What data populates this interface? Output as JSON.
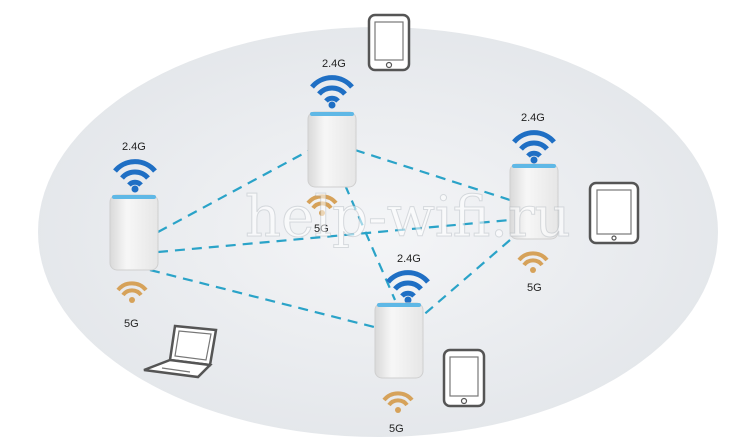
{
  "watermark": "help-wifi.ru",
  "colors": {
    "background_oval": "#e9ebef",
    "link_line": "#2aa3c8",
    "wifi_24": "#1f6fc4",
    "wifi_5": "#d6a25a",
    "router_body": "#f2f2f2",
    "router_glow": "#5fb8e6",
    "device_outline": "#555555"
  },
  "routers": [
    {
      "id": "left",
      "band_24": "2.4G",
      "band_5": "5G"
    },
    {
      "id": "top",
      "band_24": "2.4G",
      "band_5": "5G"
    },
    {
      "id": "right",
      "band_24": "2.4G",
      "band_5": "5G"
    },
    {
      "id": "bottom",
      "band_24": "2.4G",
      "band_5": "5G"
    }
  ],
  "devices": [
    {
      "id": "phone-top",
      "icon": "smartphone-icon"
    },
    {
      "id": "tablet-right",
      "icon": "tablet-icon"
    },
    {
      "id": "laptop-left",
      "icon": "laptop-icon"
    },
    {
      "id": "phone-bottom",
      "icon": "smartphone-icon"
    }
  ],
  "links": [
    [
      "left",
      "top"
    ],
    [
      "left",
      "right"
    ],
    [
      "left",
      "bottom"
    ],
    [
      "top",
      "right"
    ],
    [
      "top",
      "bottom"
    ],
    [
      "right",
      "bottom"
    ]
  ]
}
